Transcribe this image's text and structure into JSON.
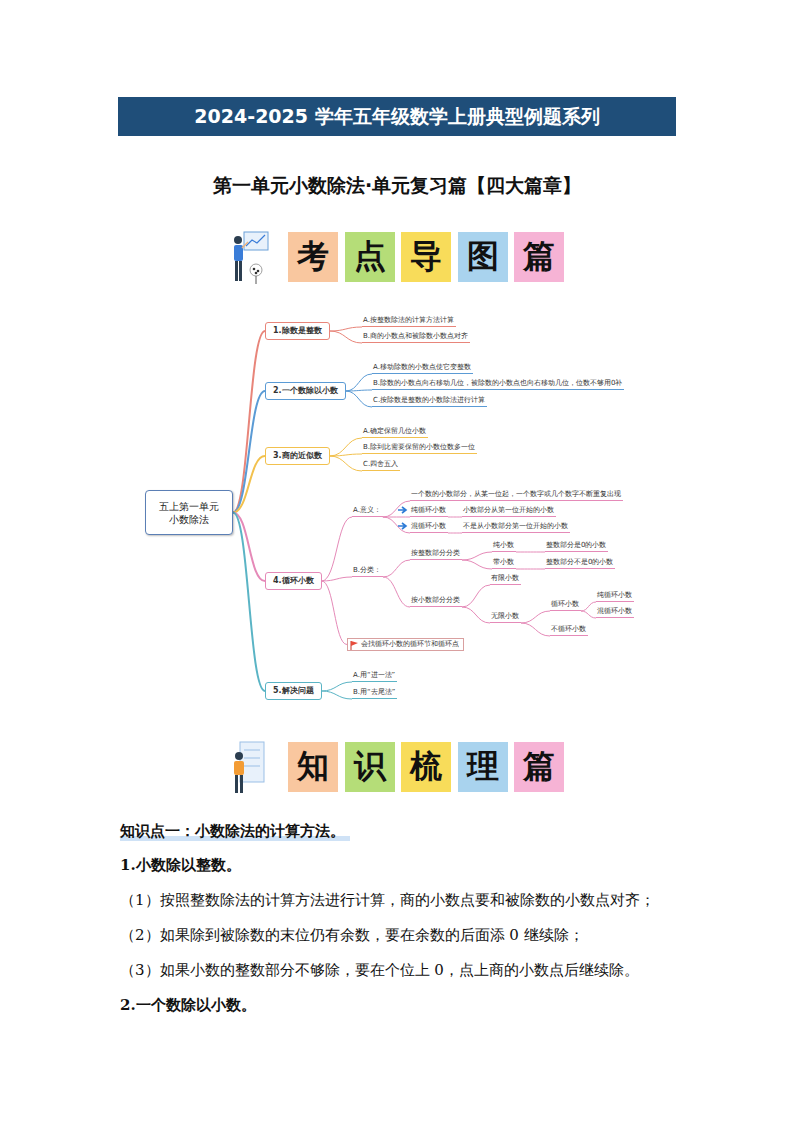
{
  "diagram": {
    "title": "2024-2025 学年五年级数学上册典型例题系列",
    "nodes": [
      {
        "text": [
          "考"
        ]
      },
      {
        "text": [
          "点"
        ]
      },
      {
        "text": [
          "导"
        ]
      },
      {
        "text": [
          "图"
        ]
      },
      {
        "text": [
          "篇"
        ]
      },
      {
        "text": [
          "五上第一单元 小数除法"
        ]
      },
      {
        "text": [
          "1.除数是整数"
        ]
      },
      {
        "text": [
          "A.按整数除法的计算方法计算"
        ]
      },
      {
        "text": [
          "B.商的小数点和被除数小数点对齐"
        ]
      },
      {
        "text": [
          "2.一个数除以小数"
        ]
      },
      {
        "text": [
          "A.移动除数的小数点使它变整数"
        ]
      },
      {
        "text": [
          "B.除数的小数点向右移动几位，被除数的小数点也向右移动几位，位数不够用0补"
        ]
      },
      {
        "text": [
          "C.按除数是整数的小数除法进行计算"
        ]
      },
      {
        "text": [
          "3.商的近似数"
        ]
      },
      {
        "text": [
          "A.确定保留几位小数"
        ]
      },
      {
        "text": [
          "B.除到比需要保留的小数位数多一位"
        ]
      },
      {
        "text": [
          "C.四舍五入"
        ]
      },
      {
        "text": [
          "4.循环小数"
        ]
      },
      {
        "text": [
          "A.意义："
        ]
      },
      {
        "text": [
          "一个数的小数部分，从某一位起，一个数字或几个数字不断重复出现"
        ]
      },
      {
        "text": [
          "纯循环小数"
        ]
      },
      {
        "text": [
          "小数部分从第一位开始的小数"
        ]
      },
      {
        "text": [
          "混循环小数"
        ]
      },
      {
        "text": [
          "不是从小数部分第一位开始的小数"
        ]
      },
      {
        "text": [
          "B.分类："
        ]
      },
      {
        "text": [
          "按整数部分分类"
        ]
      },
      {
        "text": [
          "纯小数"
        ]
      },
      {
        "text": [
          "整数部分是0的小数"
        ]
      },
      {
        "text": [
          "带小数"
        ]
      },
      {
        "text": [
          "整数部分不是0的小数"
        ]
      },
      {
        "text": [
          "按小数部分分类"
        ]
      },
      {
        "text": [
          "有限小数"
        ]
      },
      {
        "text": [
          "无限小数"
        ]
      },
      {
        "text": [
          "循环小数"
        ]
      },
      {
        "text": [
          "纯循环小数"
        ]
      },
      {
        "text": [
          "混循环小数"
        ]
      },
      {
        "text": [
          "不循环小数"
        ]
      },
      {
        "text": [
          "会找循环小数的循环节和循环点"
        ]
      },
      {
        "text": [
          "5.解决问题"
        ]
      },
      {
        "text": [
          "A.用“进一法”"
        ]
      },
      {
        "text": [
          "B.用“去尾法”"
        ]
      },
      {
        "text": [
          "知"
        ]
      },
      {
        "text": [
          "识"
        ]
      },
      {
        "text": [
          "梳"
        ]
      },
      {
        "text": [
          "理"
        ]
      },
      {
        "text": [
          "篇"
        ]
      }
    ],
    "edges": [
      {
        "from": 5,
        "to": 6,
        "arrow": "none"
      },
      {
        "from": 6,
        "to": 7,
        "arrow": "none"
      },
      {
        "from": 6,
        "to": 8,
        "arrow": "none"
      },
      {
        "from": 5,
        "to": 9,
        "arrow": "none"
      },
      {
        "from": 9,
        "to": 10,
        "arrow": "none"
      },
      {
        "from": 9,
        "to": 11,
        "arrow": "none"
      },
      {
        "from": 9,
        "to": 12,
        "arrow": "none"
      },
      {
        "from": 5,
        "to": 13,
        "arrow": "none"
      },
      {
        "from": 13,
        "to": 14,
        "arrow": "none"
      },
      {
        "from": 13,
        "to": 15,
        "arrow": "none"
      },
      {
        "from": 13,
        "to": 16,
        "arrow": "none"
      },
      {
        "from": 5,
        "to": 17,
        "arrow": "none"
      },
      {
        "from": 17,
        "to": 18,
        "arrow": "none"
      },
      {
        "from": 18,
        "to": 19,
        "arrow": "none"
      },
      {
        "from": 18,
        "to": 20,
        "arrow": "none"
      },
      {
        "from": 20,
        "to": 21,
        "arrow": "none"
      },
      {
        "from": 18,
        "to": 22,
        "arrow": "none"
      },
      {
        "from": 22,
        "to": 23,
        "arrow": "none"
      },
      {
        "from": 17,
        "to": 24,
        "arrow": "none"
      },
      {
        "from": 24,
        "to": 25,
        "arrow": "none"
      },
      {
        "from": 25,
        "to": 26,
        "arrow": "none"
      },
      {
        "from": 26,
        "to": 27,
        "arrow": "none"
      },
      {
        "from": 25,
        "to": 28,
        "arrow": "none"
      },
      {
        "from": 28,
        "to": 29,
        "arrow": "none"
      },
      {
        "from": 24,
        "to": 30,
        "arrow": "none"
      },
      {
        "from": 30,
        "to": 31,
        "arrow": "none"
      },
      {
        "from": 30,
        "to": 32,
        "arrow": "none"
      },
      {
        "from": 32,
        "to": 33,
        "arrow": "none"
      },
      {
        "from": 33,
        "to": 34,
        "arrow": "none"
      },
      {
        "from": 33,
        "to": 35,
        "arrow": "none"
      },
      {
        "from": 32,
        "to": 36,
        "arrow": "none"
      },
      {
        "from": 17,
        "to": 37,
        "arrow": "none"
      },
      {
        "from": 5,
        "to": 38,
        "arrow": "none"
      },
      {
        "from": 38,
        "to": 39,
        "arrow": "none"
      },
      {
        "from": 38,
        "to": 40,
        "arrow": "none"
      }
    ],
    "labels": [
      "第一单元小数除法·单元复习篇【四大篇章】",
      "知识点一：小数除法的计算方法。",
      "1.小数除以整数。",
      "（1）按照整数除法的计算方法进行计算，商的小数点要和被除数的小数点对齐；",
      "（2）如果除到被除数的末位仍有余数，要在余数的后面添 0 继续除；",
      "（3）如果小数的整数部分不够除，要在个位上 0，点上商的小数点后继续除。",
      "2.一个数除以小数。"
    ]
  }
}
